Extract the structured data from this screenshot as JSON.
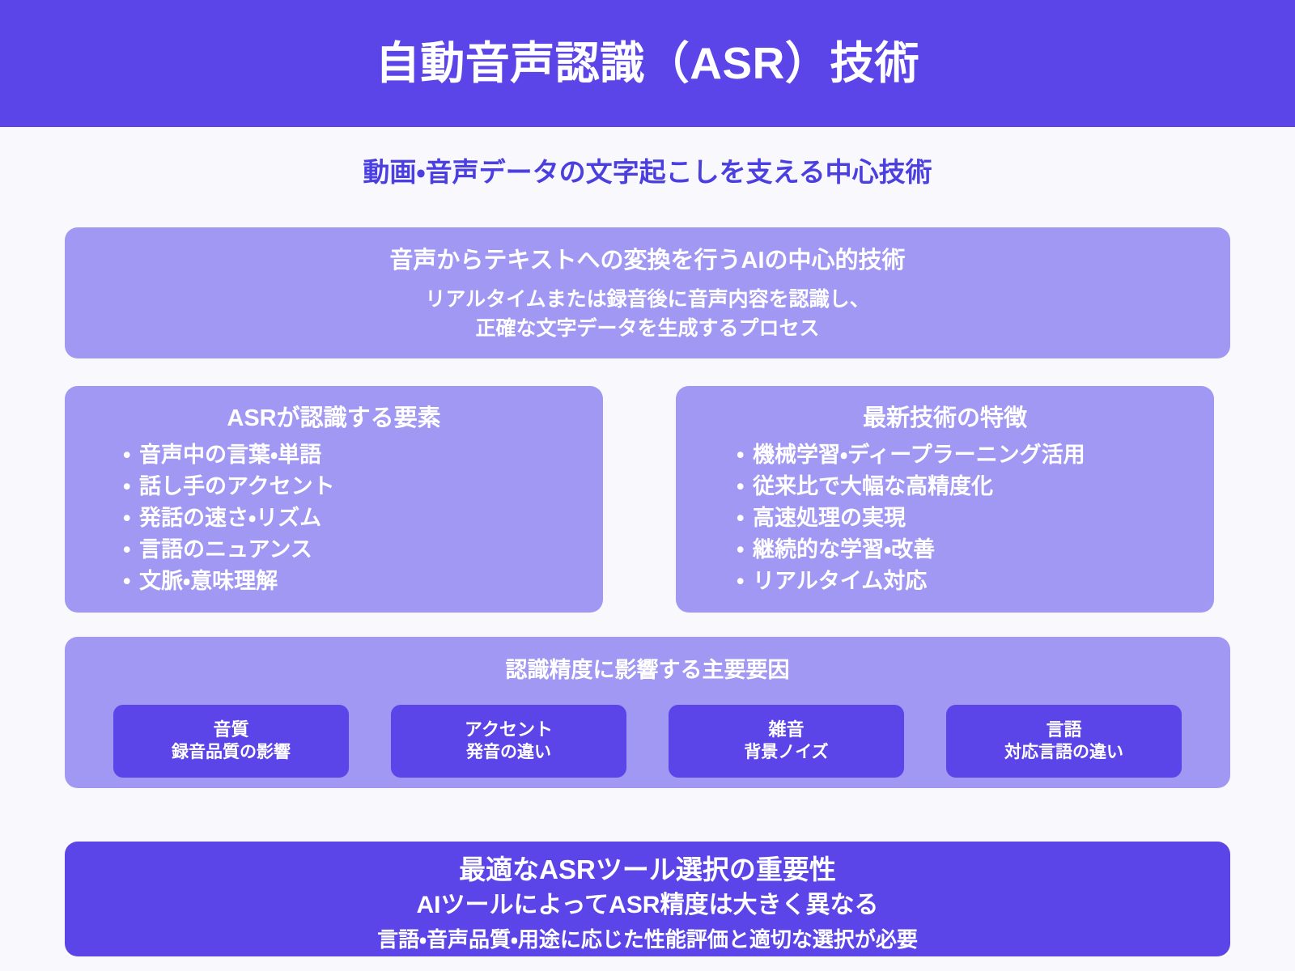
{
  "header": {
    "title": "自動音声認識（ASR）技術",
    "background_color": "#5b45e8",
    "text_color": "#ffffff"
  },
  "subtitle": {
    "text": "動画・音声データの文字起こしを支える中心技術",
    "color": "#4b3fe0"
  },
  "page": {
    "background_color": "#f8f8fd",
    "card_light_color": "#a098f2",
    "card_deep_color": "#5b45e8"
  },
  "description": {
    "heading": "音声からテキストへの変換を行うAIの中心的技術",
    "line1": "リアルタイムまたは録音後に音声内容を認識し、",
    "line2": "正確な文字データを生成するプロセス"
  },
  "features": {
    "left": {
      "title": "ASRが認識する要素",
      "bullet": "•",
      "items": [
        "音声中の言葉・単語",
        "話し手のアクセント",
        "発話の速さ・リズム",
        "言語のニュアンス",
        "文脈・意味理解"
      ]
    },
    "right": {
      "title": "最新技術の特徴",
      "bullet": "•",
      "items": [
        "機械学習・ディープラーニング活用",
        "従来比で大幅な高精度化",
        "高速処理の実現",
        "継続的な学習・改善",
        "リアルタイム対応"
      ]
    }
  },
  "factors": {
    "title": "認識精度に影響する主要要因",
    "chips": [
      {
        "name": "音質",
        "desc": "録音品質の影響"
      },
      {
        "name": "アクセント",
        "desc": "発音の違い"
      },
      {
        "name": "雑音",
        "desc": "背景ノイズ"
      },
      {
        "name": "言語",
        "desc": "対応言語の違い"
      }
    ]
  },
  "conclusion": {
    "title": "最適なASRツール選択の重要性",
    "subtitle": "AIツールによってASR精度は大きく異なる",
    "note": "言語・音声品質・用途に応じた性能評価と適切な選択が必要"
  }
}
